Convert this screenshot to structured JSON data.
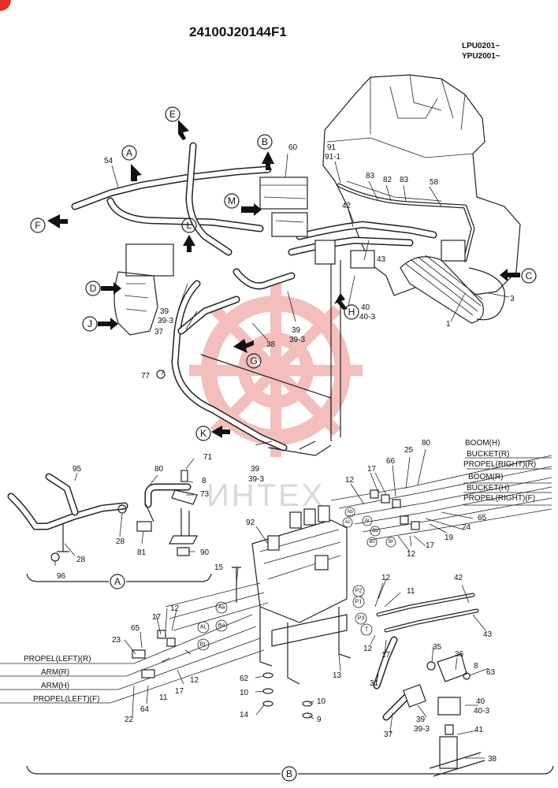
{
  "header": {
    "part_number": "24100J20144F1",
    "serial_1": "LPU0201~",
    "serial_2": "YPU2001~"
  },
  "callouts": {
    "A": "A",
    "B": "B",
    "C": "C",
    "D": "D",
    "E": "E",
    "F": "F",
    "G": "G",
    "H": "H",
    "J": "J",
    "K": "K",
    "L": "L",
    "M": "M"
  },
  "watermark": "ИНТЕХ",
  "detail_labels": {
    "a": "A",
    "b": "B"
  },
  "port_labels": {
    "aa": "Aa",
    "ba": "Ba",
    "al": "AL",
    "bl": "BL",
    "ab": "Ab",
    "ar": "Ar",
    "ac": "Ac",
    "bb": "Bb",
    "bc": "Bc",
    "br": "Br",
    "p1": "P1",
    "p2": "P2",
    "p3": "P3",
    "t": "T"
  },
  "line_labels": {
    "boom_h": "BOOM(H)",
    "bucket_r": "BUCKET(R)",
    "propel_right_r": "PROPEL(RIGHT)(R)",
    "boom_r": "BOOM(R)",
    "bucket_h": "BUCKET(H)",
    "propel_right_f": "PROPEL(RIGHT)(F)",
    "propel_left_r": "PROPEL(LEFT)(R)",
    "arm_r": "ARM(R)",
    "arm_h": "ARM(H)",
    "propel_left_f": "PROPEL(LEFT)(F)"
  },
  "parts": {
    "p54": "54",
    "p60": "60",
    "p91": "91",
    "p91_1": "91-1",
    "p83a": "83",
    "p82": "82",
    "p83b": "83",
    "p58": "58",
    "p42a": "42",
    "p43a": "43",
    "p40a": "40",
    "p40_3a": "40-3",
    "p3": "3",
    "p1": "1",
    "p39a": "39",
    "p39_3a": "39-3",
    "p37a": "37",
    "p38a": "38",
    "p39b": "39",
    "p39_3b": "39-3",
    "p77": "77",
    "p39c": "39",
    "p39_3c": "39-3",
    "p95": "95",
    "p28a": "28",
    "p28b": "28",
    "p96": "96",
    "p80a": "80",
    "p71": "71",
    "p8a": "8",
    "p73": "73",
    "p81": "81",
    "p90": "90",
    "p92": "92",
    "p15": "15",
    "p12a": "12",
    "p17a": "17",
    "p66": "66",
    "p25": "25",
    "p80b": "80",
    "p65a": "65",
    "p24": "24",
    "p19": "19",
    "p17b": "17",
    "p12b": "12",
    "p12c": "12",
    "p11a": "11",
    "p42b": "42",
    "p43b": "43",
    "p12d": "12",
    "p17c": "17",
    "p35": "35",
    "p31": "31",
    "p36": "36",
    "p8b": "8",
    "p63": "63",
    "p40b": "40",
    "p40_3b": "40-3",
    "p39d": "39",
    "p39_3d": "39-3",
    "p41": "41",
    "p37b": "37",
    "p38b": "38",
    "p13": "13",
    "p62": "62",
    "p10a": "10",
    "p14": "14",
    "p10b": "10",
    "p9": "9",
    "p17d": "17",
    "p12e": "12",
    "p23": "23",
    "p65b": "65",
    "p11b": "11",
    "p17e": "17",
    "p12f": "12",
    "p22": "22",
    "p64": "64"
  }
}
